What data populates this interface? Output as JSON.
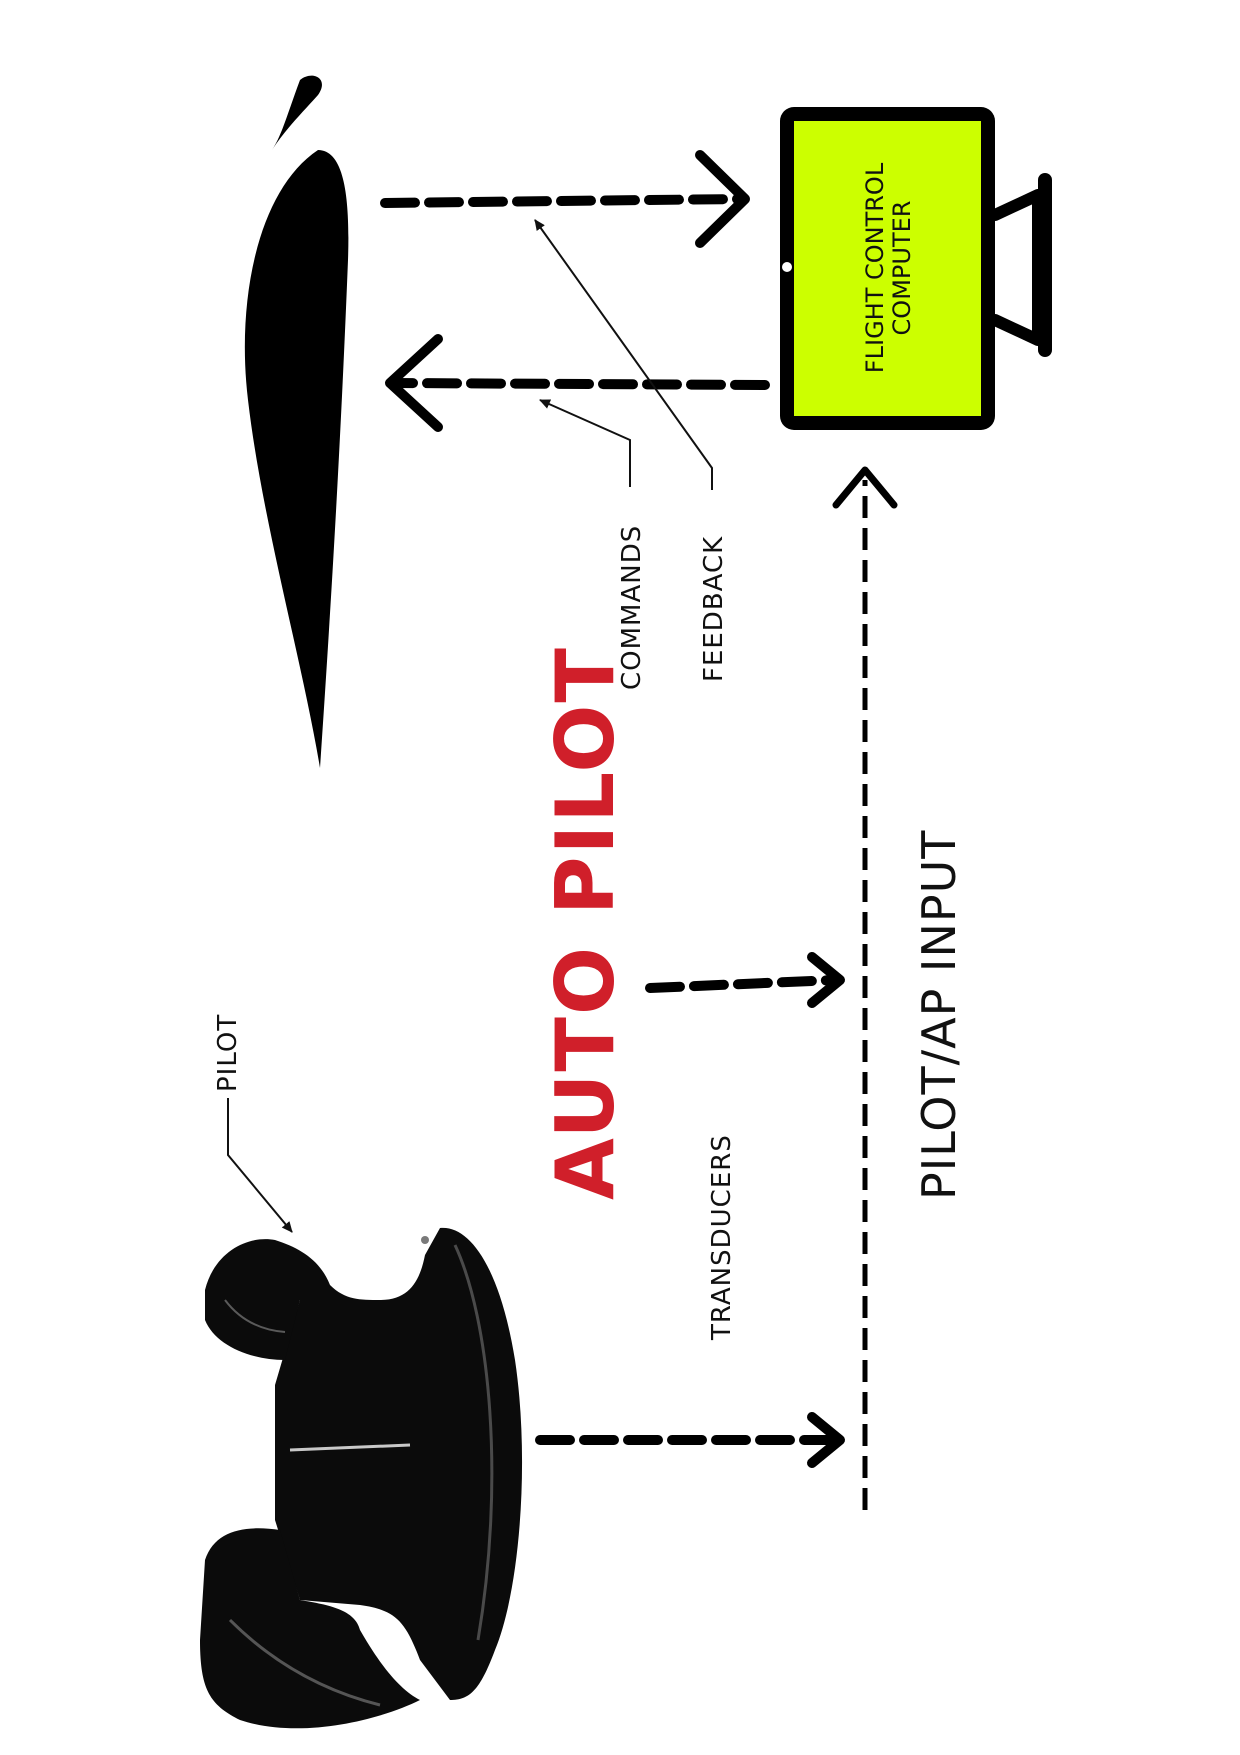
{
  "diagram": {
    "labels": {
      "title": "AUTO PILOT",
      "pilot": "PILOT",
      "transducers": "TRANSDUCERS",
      "pilot_ap_input": "PILOT/AP INPUT",
      "commands": "COMMANDS",
      "feedback": "FEEDBACK",
      "fcc_line1": "FLIGHT CONTROL",
      "fcc_line2": "COMPUTER"
    },
    "colors": {
      "title": "#d01f2a",
      "screen": "#ccff00",
      "ink": "#000000"
    },
    "icons": {
      "yoke": "control-yoke-icon",
      "airfoil": "airfoil-icon",
      "monitor": "monitor-icon"
    }
  }
}
